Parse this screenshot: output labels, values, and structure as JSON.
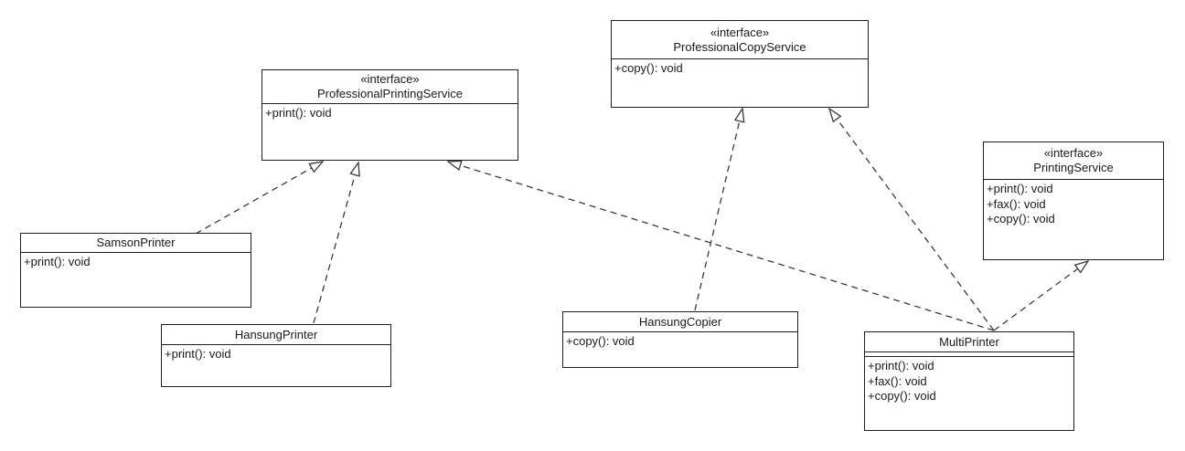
{
  "diagram": {
    "kind": "uml-class-diagram",
    "background_color": "#ffffff",
    "line_color": "#3a3a3a",
    "box_fill_color": "#ffffff",
    "box_border_color": "#1f1f1f"
  },
  "classes": {
    "professional_printing_service": {
      "stereotype": "«interface»",
      "name": "ProfessionalPrintingService",
      "methods": [
        "+print(): void"
      ]
    },
    "professional_copy_service": {
      "stereotype": "«interface»",
      "name": "ProfessionalCopyService",
      "methods": [
        "+copy(): void"
      ]
    },
    "printing_service": {
      "stereotype": "«interface»",
      "name": "PrintingService",
      "methods": [
        "+print(): void",
        "+fax(): void",
        "+copy(): void"
      ]
    },
    "samson_printer": {
      "name": "SamsonPrinter",
      "methods": [
        "+print(): void"
      ]
    },
    "hansung_printer": {
      "name": "HansungPrinter",
      "methods": [
        "+print(): void"
      ]
    },
    "hansung_copier": {
      "name": "HansungCopier",
      "methods": [
        "+copy(): void"
      ]
    },
    "multi_printer": {
      "name": "MultiPrinter",
      "methods": [
        "+print(): void",
        "+fax(): void",
        "+copy(): void"
      ]
    }
  },
  "relationships": [
    {
      "from": "SamsonPrinter",
      "to": "ProfessionalPrintingService",
      "type": "realization",
      "line_style": "dashed",
      "arrowhead": "hollow-triangle"
    },
    {
      "from": "HansungPrinter",
      "to": "ProfessionalPrintingService",
      "type": "realization",
      "line_style": "dashed",
      "arrowhead": "hollow-triangle"
    },
    {
      "from": "MultiPrinter",
      "to": "ProfessionalPrintingService",
      "type": "realization",
      "line_style": "dashed",
      "arrowhead": "hollow-triangle"
    },
    {
      "from": "HansungCopier",
      "to": "ProfessionalCopyService",
      "type": "realization",
      "line_style": "dashed",
      "arrowhead": "hollow-triangle"
    },
    {
      "from": "MultiPrinter",
      "to": "ProfessionalCopyService",
      "type": "realization",
      "line_style": "dashed",
      "arrowhead": "hollow-triangle"
    },
    {
      "from": "MultiPrinter",
      "to": "PrintingService",
      "type": "realization",
      "line_style": "dashed",
      "arrowhead": "hollow-triangle"
    }
  ]
}
